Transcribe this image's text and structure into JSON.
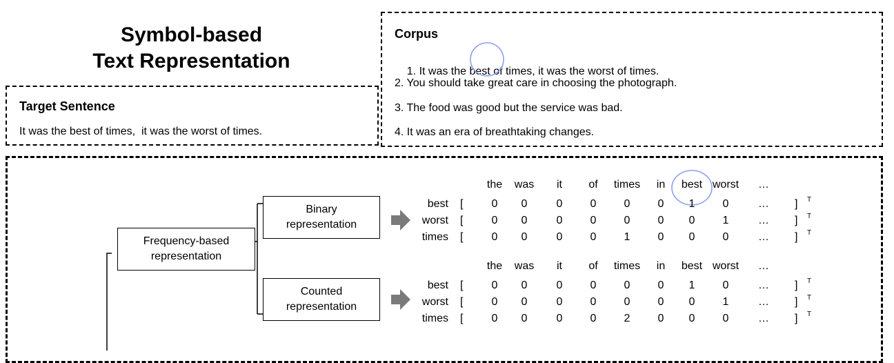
{
  "title": {
    "line1": "Symbol-based",
    "line2": "Text Representation"
  },
  "target": {
    "heading": "Target Sentence",
    "sentence": "It was the best of times,  it was the worst of times."
  },
  "corpus": {
    "heading": "Corpus",
    "items": [
      {
        "prefix": "1. It was the ",
        "highlight": "best",
        "suffix": " of times, it was the worst of times."
      },
      {
        "text": "2. You should take great care in choosing the photograph."
      },
      {
        "text": "3. The food was good but the service was bad."
      },
      {
        "text": "4. It was an era of breathtaking changes."
      }
    ],
    "highlight_color": "#8a9ff0"
  },
  "tree": {
    "root_label": "Frequency-based\nrepresentation",
    "children": [
      {
        "label": "Binary\nrepresentation"
      },
      {
        "label": "Counted\nrepresentation"
      }
    ]
  },
  "matrices": [
    {
      "columns": [
        "the",
        "was",
        "it",
        "of",
        "times",
        "in",
        "best",
        "worst",
        "…"
      ],
      "highlight_column": "best",
      "rows": [
        {
          "label": "best",
          "values": [
            "0",
            "0",
            "0",
            "0",
            "0",
            "0",
            "1",
            "0",
            "…"
          ]
        },
        {
          "label": "worst",
          "values": [
            "0",
            "0",
            "0",
            "0",
            "0",
            "0",
            "0",
            "1",
            "…"
          ]
        },
        {
          "label": "times",
          "values": [
            "0",
            "0",
            "0",
            "0",
            "1",
            "0",
            "0",
            "0",
            "…"
          ]
        }
      ]
    },
    {
      "columns": [
        "the",
        "was",
        "it",
        "of",
        "times",
        "in",
        "best",
        "worst",
        "…"
      ],
      "rows": [
        {
          "label": "best",
          "values": [
            "0",
            "0",
            "0",
            "0",
            "0",
            "0",
            "1",
            "0",
            "…"
          ]
        },
        {
          "label": "worst",
          "values": [
            "0",
            "0",
            "0",
            "0",
            "0",
            "0",
            "0",
            "1",
            "…"
          ]
        },
        {
          "label": "times",
          "values": [
            "0",
            "0",
            "0",
            "0",
            "2",
            "0",
            "0",
            "0",
            "…"
          ]
        }
      ]
    }
  ],
  "bracket_open": "[",
  "bracket_close": "]",
  "transpose": "T",
  "arrow_color": "#7a7a7a"
}
